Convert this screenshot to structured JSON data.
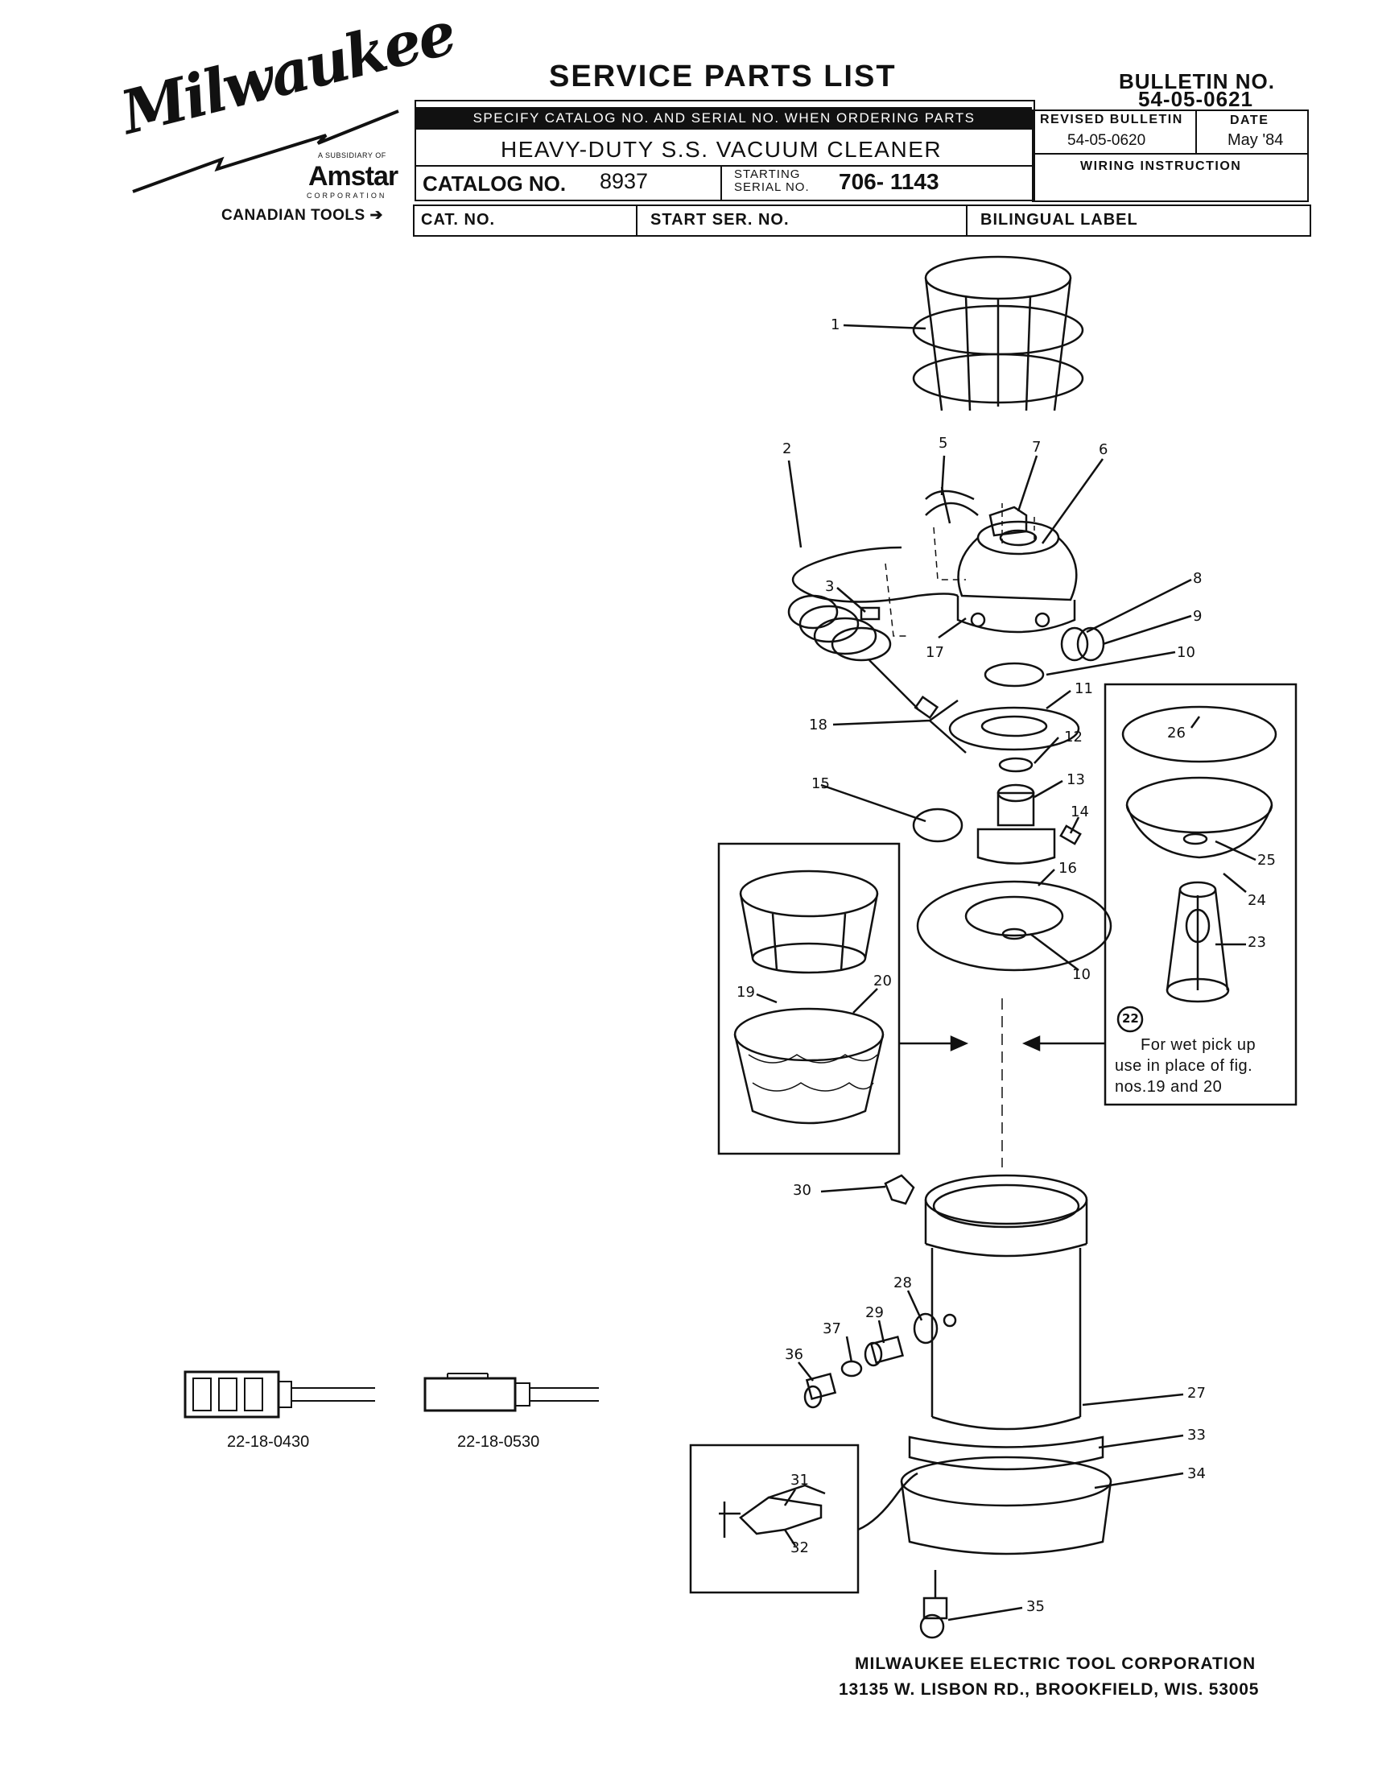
{
  "brand": {
    "logo_text": "Milwaukee",
    "subsidiary_text": "A SUBSIDIARY OF",
    "parent_name": "Amstar",
    "parent_sub": "CORPORATION",
    "canadian_tools": "CANADIAN TOOLS"
  },
  "header": {
    "title": "SERVICE PARTS LIST",
    "bulletin_label": "BULLETIN NO.",
    "bulletin_no": "54-05-0621",
    "specify_note": "SPECIFY CATALOG NO. AND SERIAL NO. WHEN ORDERING PARTS",
    "product_name": "HEAVY-DUTY S.S. VACUUM CLEANER",
    "catalog_label": "CATALOG NO.",
    "catalog_no": "8937",
    "starting_serial_label_1": "STARTING",
    "starting_serial_label_2": "SERIAL NO.",
    "starting_serial_no": "706- 1143",
    "revised_bulletin_label": "REVISED BULLETIN",
    "revised_bulletin_no": "54-05-0620",
    "date_label": "DATE",
    "date_value": "May '84",
    "wiring_instruction": "WIRING INSTRUCTION",
    "cat_no_label": "CAT. NO.",
    "start_ser_no_label": "START SER. NO.",
    "bilingual_label": "BILINGUAL LABEL"
  },
  "connectors": [
    {
      "part_no": "22-18-0430"
    },
    {
      "part_no": "22-18-0530"
    }
  ],
  "callouts": [
    "1",
    "2",
    "3",
    "5",
    "7",
    "6",
    "8",
    "9",
    "17",
    "10",
    "11",
    "18",
    "12",
    "15",
    "13",
    "14",
    "16",
    "26",
    "25",
    "24",
    "23",
    "10",
    "19",
    "20",
    "22",
    "30",
    "28",
    "29",
    "37",
    "36",
    "27",
    "33",
    "34",
    "31",
    "32",
    "35"
  ],
  "wet_pickup_note": {
    "number": "22",
    "line1": "For wet pick up",
    "line2": "use in place of fig.",
    "line3": "nos.19 and 20"
  },
  "footer": {
    "company": "MILWAUKEE ELECTRIC TOOL CORPORATION",
    "address": "13135 W. LISBON RD., BROOKFIELD, WIS. 53005"
  }
}
